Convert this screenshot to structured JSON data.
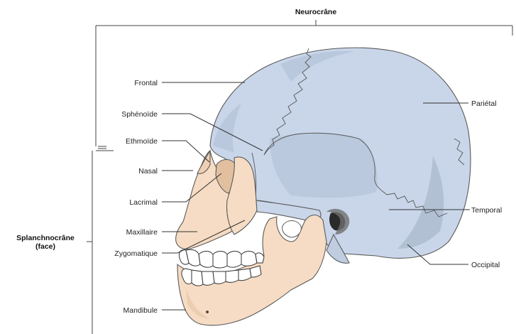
{
  "diagram": {
    "groups": {
      "neurocranium": "Neurocrâne",
      "splanchnocranium_line1": "Splanchnocrâne",
      "splanchnocranium_line2": "(face)"
    },
    "labels": {
      "frontal": "Frontal",
      "sphenoid": "Sphénoïde",
      "ethmoid": "Ethmoïde",
      "nasal": "Nasal",
      "lacrimal": "Lacrimal",
      "maxilla": "Maxillaire",
      "zygomatic": "Zygomatique",
      "mandible": "Mandibule",
      "parietal": "Pariétal",
      "temporal": "Temporal",
      "occipital": "Occipital"
    },
    "colors": {
      "cranium_fill": "#c9d6ea",
      "cranium_shade": "#a9b8cc",
      "face_fill": "#f6dcc4",
      "face_shade": "#e4c1a2",
      "lines": "#333333"
    }
  }
}
